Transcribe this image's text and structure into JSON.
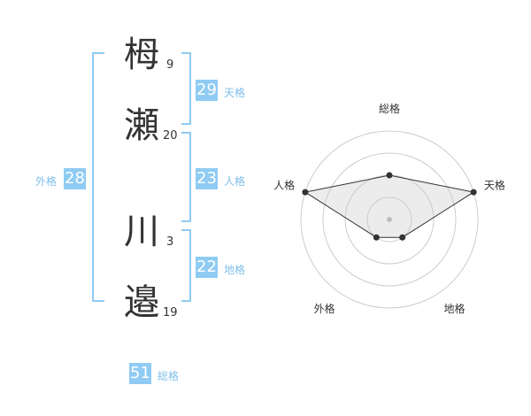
{
  "name_chars": [
    {
      "char": "栂",
      "strokes": "9"
    },
    {
      "char": "瀬",
      "strokes": "20"
    },
    {
      "char": "川",
      "strokes": "3"
    },
    {
      "char": "邉",
      "strokes": "19"
    }
  ],
  "fortune": {
    "tenkaku": {
      "value": "29",
      "label": "天格"
    },
    "jinkaku": {
      "value": "23",
      "label": "人格"
    },
    "chikaku": {
      "value": "22",
      "label": "地格"
    },
    "gaikaku": {
      "value": "28",
      "label": "外格"
    },
    "soukaku": {
      "value": "51",
      "label": "総格"
    }
  },
  "colors": {
    "accent": "#8fcbf2",
    "accent_text": "#7fbfe8",
    "bracket": "#8fcbf2",
    "grid": "#cccccc"
  },
  "chart_data": {
    "type": "radar",
    "axes": [
      "総格",
      "天格",
      "地格",
      "外格",
      "人格"
    ],
    "rings": 4,
    "values": [
      2,
      4,
      1,
      1,
      4
    ],
    "max": 4
  }
}
